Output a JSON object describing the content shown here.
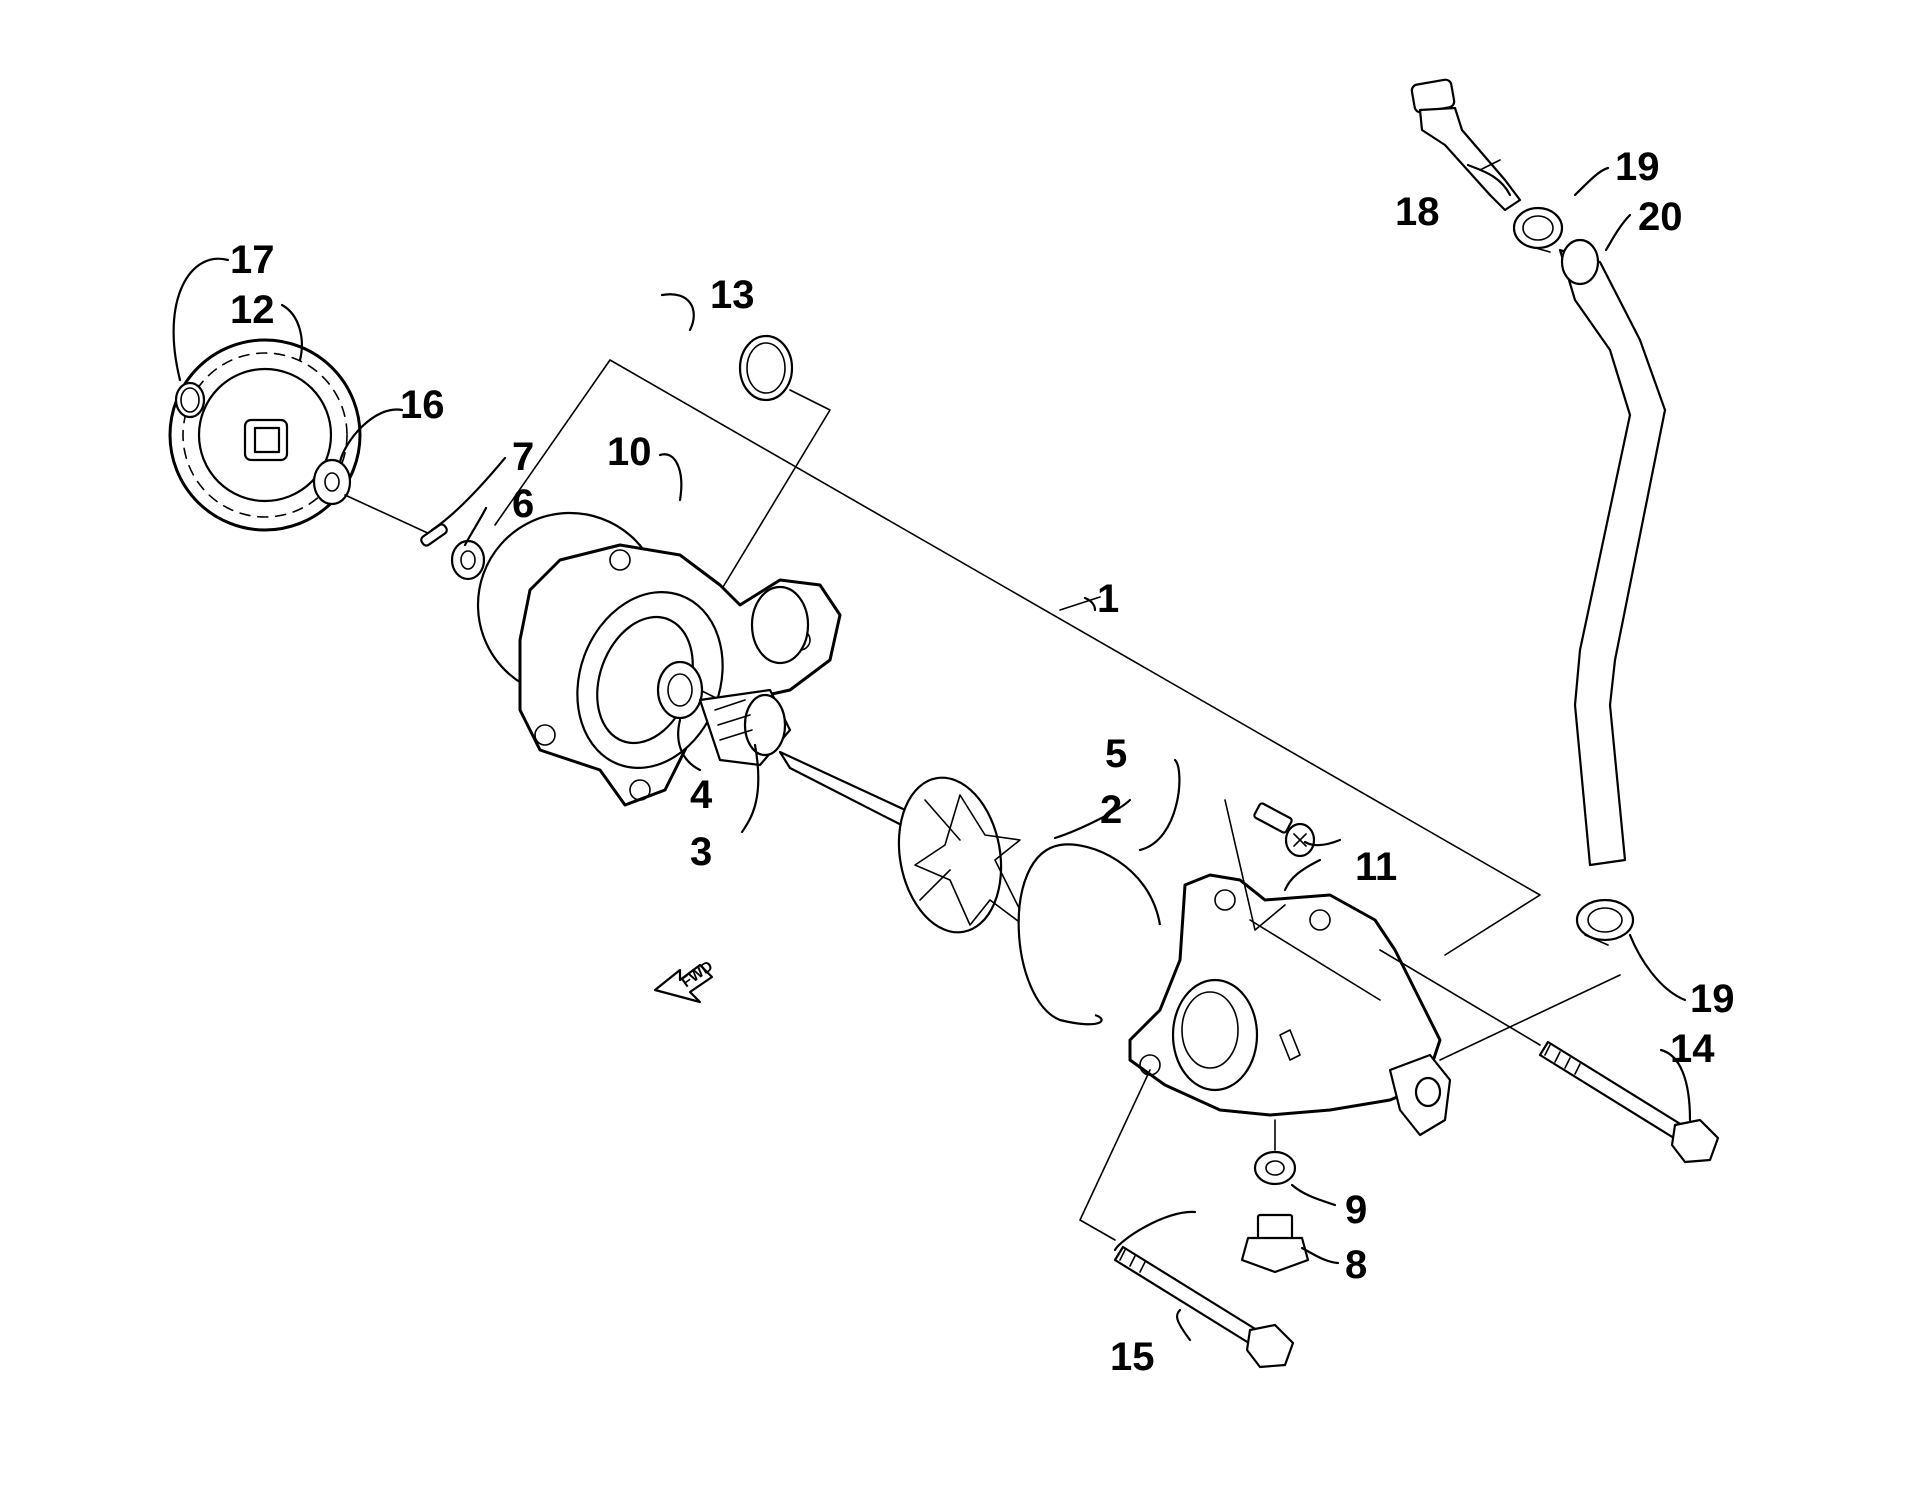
{
  "diagram": {
    "fwd_label": "FWD",
    "callouts": {
      "c1": "1",
      "c2": "2",
      "c3": "3",
      "c4": "4",
      "c5": "5",
      "c6": "6",
      "c7": "7",
      "c8": "8",
      "c9": "9",
      "c10": "10",
      "c11": "11",
      "c12": "12",
      "c13": "13",
      "c14": "14",
      "c15": "15",
      "c16": "16",
      "c17": "17",
      "c18": "18",
      "c19a": "19",
      "c19b": "19",
      "c20": "20"
    }
  }
}
